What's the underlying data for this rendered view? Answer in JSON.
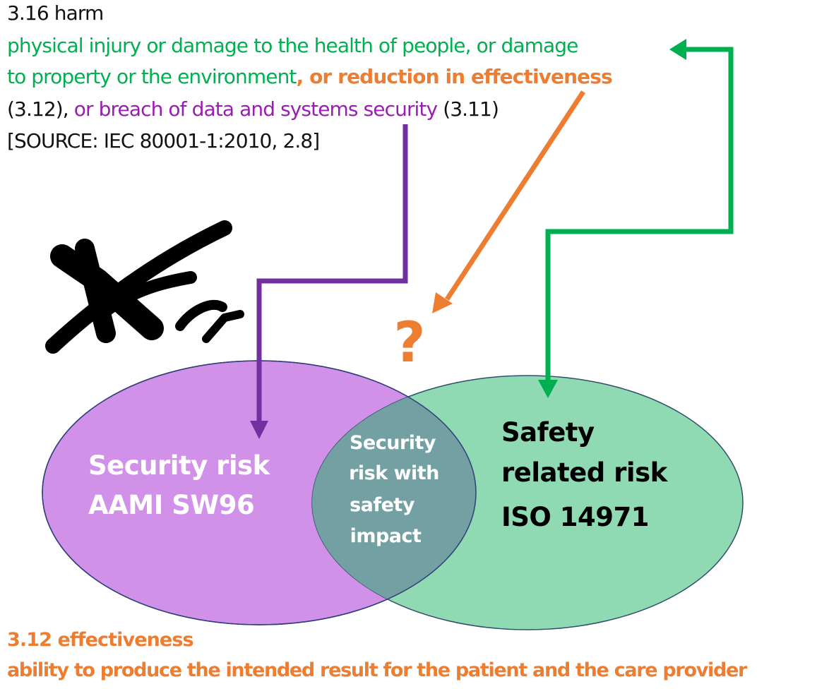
{
  "definition": {
    "heading": "3.16 harm",
    "line1": "physical injury or damage to the health of people, or damage",
    "line2_green": "to property or the environment",
    "line2_orange": ", or reduction in effectiveness",
    "line3_ref1": "(3.12),",
    "line3_purple": " or breach of data and systems security",
    "line3_ref2": " (3.11)",
    "source": "[SOURCE: IEC 80001-1:2010, 2.8]"
  },
  "venn": {
    "left_line1": "Security risk",
    "left_line2": "AAMI SW96",
    "center_line1": "Security",
    "center_line2": "risk with",
    "center_line3": "safety",
    "center_line4": "impact",
    "right_line1": "Safety",
    "right_line2": "related risk",
    "right_line3": "ISO 14971",
    "question_mark": "?"
  },
  "effectiveness": {
    "heading": "3.12 effectiveness",
    "definition": "ability to produce the intended result for the patient and the care provider"
  },
  "colors": {
    "green_text": "#00b050",
    "orange": "#ed7d31",
    "purple_text": "#9b1bb5",
    "purple_arrow": "#7030a0",
    "left_ellipse": "#d291e8",
    "right_ellipse": "#8fd9b3",
    "overlap": "#72a0a3",
    "green_arrow": "#00b050"
  }
}
